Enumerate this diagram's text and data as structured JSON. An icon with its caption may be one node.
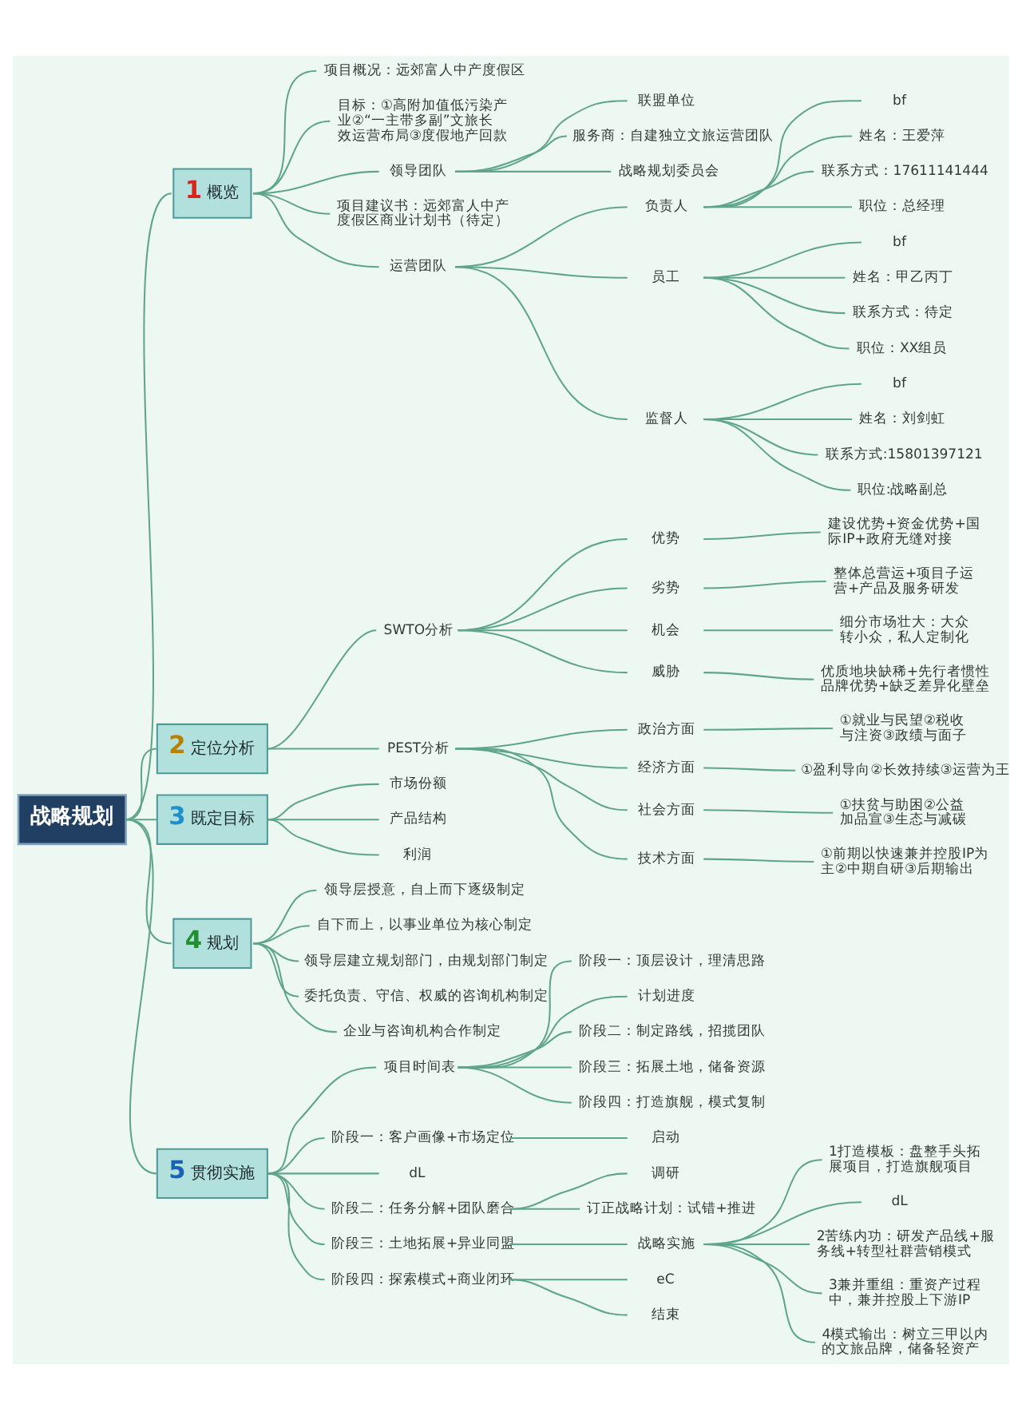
{
  "diagram": {
    "nodes": [
      {
        "text": [
          "战略规划"
        ]
      },
      {
        "text": [
          "1",
          "概览"
        ]
      },
      {
        "text": [
          "项目概况：远郊富人中产度假区"
        ]
      },
      {
        "text": [
          "目标：①高附加值低污染产业②“一主带多副”文旅长效运营布局③度假地产回款"
        ]
      },
      {
        "text": [
          "领导团队"
        ]
      },
      {
        "text": [
          "联盟单位"
        ]
      },
      {
        "text": [
          "服务商：自建独立文旅运营团队"
        ]
      },
      {
        "text": [
          "战略规划委员会"
        ]
      },
      {
        "text": [
          "项目建议书：远郊富人中产度假区商业计划书（待定）"
        ]
      },
      {
        "text": [
          "运营团队"
        ]
      },
      {
        "text": [
          "负责人"
        ]
      },
      {
        "text": [
          "bf"
        ]
      },
      {
        "text": [
          "姓名：王爱萍"
        ]
      },
      {
        "text": [
          "联系方式：17611141444"
        ]
      },
      {
        "text": [
          "职位：总经理"
        ]
      },
      {
        "text": [
          "员工"
        ]
      },
      {
        "text": [
          "bf"
        ]
      },
      {
        "text": [
          "姓名：甲乙丙丁"
        ]
      },
      {
        "text": [
          "联系方式：待定"
        ]
      },
      {
        "text": [
          "职位：XX组员"
        ]
      },
      {
        "text": [
          "监督人"
        ]
      },
      {
        "text": [
          "bf"
        ]
      },
      {
        "text": [
          "姓名：刘剑虹"
        ]
      },
      {
        "text": [
          "联系方式:15801397121"
        ]
      },
      {
        "text": [
          "职位:战略副总"
        ]
      },
      {
        "text": [
          "2",
          "定位分析"
        ]
      },
      {
        "text": [
          "SWTO分析"
        ]
      },
      {
        "text": [
          "优势"
        ]
      },
      {
        "text": [
          "建设优势+资金优势+国际IP+政府无缝对接"
        ]
      },
      {
        "text": [
          "劣势"
        ]
      },
      {
        "text": [
          "整体总营运+项目子运营+产品及服务研发"
        ]
      },
      {
        "text": [
          "机会"
        ]
      },
      {
        "text": [
          "细分市场壮大：大众转小众，私人定制化"
        ]
      },
      {
        "text": [
          "威胁"
        ]
      },
      {
        "text": [
          "优质地块缺稀+先行者惯性品牌优势+缺乏差异化壁垒"
        ]
      },
      {
        "text": [
          "PEST分析"
        ]
      },
      {
        "text": [
          "政治方面"
        ]
      },
      {
        "text": [
          "①就业与民望②税收与注资③政绩与面子"
        ]
      },
      {
        "text": [
          "经济方面"
        ]
      },
      {
        "text": [
          "①盈利导向②长效持续③运营为王"
        ]
      },
      {
        "text": [
          "社会方面"
        ]
      },
      {
        "text": [
          "①扶贫与助困②公益加品宣③生态与减碳"
        ]
      },
      {
        "text": [
          "技术方面"
        ]
      },
      {
        "text": [
          "①前期以快速兼并控股IP为主②中期自研③后期输出"
        ]
      },
      {
        "text": [
          "3",
          "既定目标"
        ]
      },
      {
        "text": [
          "市场份额"
        ]
      },
      {
        "text": [
          "产品结构"
        ]
      },
      {
        "text": [
          "利润"
        ]
      },
      {
        "text": [
          "4",
          "规划"
        ]
      },
      {
        "text": [
          "领导层授意，自上而下逐级制定"
        ]
      },
      {
        "text": [
          "自下而上，以事业单位为核心制定"
        ]
      },
      {
        "text": [
          "领导层建立规划部门，由规划部门制定"
        ]
      },
      {
        "text": [
          "委托负责、守信、权威的咨询机构制定"
        ]
      },
      {
        "text": [
          "企业与咨询机构合作制定"
        ]
      },
      {
        "text": [
          "5",
          "贯彻实施"
        ]
      },
      {
        "text": [
          "项目时间表"
        ]
      },
      {
        "text": [
          "阶段一：顶层设计，理清思路"
        ]
      },
      {
        "text": [
          "计划进度"
        ]
      },
      {
        "text": [
          "阶段二：制定路线，招揽团队"
        ]
      },
      {
        "text": [
          "阶段三：拓展土地，储备资源"
        ]
      },
      {
        "text": [
          "阶段四：打造旗舰，模式复制"
        ]
      },
      {
        "text": [
          "阶段一：客户画像+市场定位"
        ]
      },
      {
        "text": [
          "启动"
        ]
      },
      {
        "text": [
          "dL"
        ]
      },
      {
        "text": [
          "阶段二：任务分解+团队磨合"
        ]
      },
      {
        "text": [
          "调研"
        ]
      },
      {
        "text": [
          "订正战略计划：试错+推进"
        ]
      },
      {
        "text": [
          "阶段三：土地拓展+异业同盟"
        ]
      },
      {
        "text": [
          "战略实施"
        ]
      },
      {
        "text": [
          "1打造模板：盘整手头拓展项目，打造旗舰项目"
        ]
      },
      {
        "text": [
          "dL"
        ]
      },
      {
        "text": [
          "2苦练内功：研发产品线+服务线+转型社群营销模式"
        ]
      },
      {
        "text": [
          "3兼并重组：重资产过程中，兼并控股上下游IP"
        ]
      },
      {
        "text": [
          "4模式输出：树立三甲以内的文旅品牌，储备轻资产"
        ]
      },
      {
        "text": [
          "阶段四：探索模式+商业闭环"
        ]
      },
      {
        "text": [
          "eC"
        ]
      },
      {
        "text": [
          "结束"
        ]
      }
    ],
    "edges": [
      {
        "from": 0,
        "to": 1,
        "arrow": "none"
      },
      {
        "from": 1,
        "to": 2,
        "arrow": "none"
      },
      {
        "from": 1,
        "to": 3,
        "arrow": "none"
      },
      {
        "from": 1,
        "to": 4,
        "arrow": "none"
      },
      {
        "from": 4,
        "to": 5,
        "arrow": "none"
      },
      {
        "from": 4,
        "to": 6,
        "arrow": "none"
      },
      {
        "from": 4,
        "to": 7,
        "arrow": "none"
      },
      {
        "from": 1,
        "to": 8,
        "arrow": "none"
      },
      {
        "from": 1,
        "to": 9,
        "arrow": "none"
      },
      {
        "from": 9,
        "to": 10,
        "arrow": "none"
      },
      {
        "from": 10,
        "to": 11,
        "arrow": "none"
      },
      {
        "from": 10,
        "to": 12,
        "arrow": "none"
      },
      {
        "from": 10,
        "to": 13,
        "arrow": "none"
      },
      {
        "from": 10,
        "to": 14,
        "arrow": "none"
      },
      {
        "from": 9,
        "to": 15,
        "arrow": "none"
      },
      {
        "from": 15,
        "to": 16,
        "arrow": "none"
      },
      {
        "from": 15,
        "to": 17,
        "arrow": "none"
      },
      {
        "from": 15,
        "to": 18,
        "arrow": "none"
      },
      {
        "from": 15,
        "to": 19,
        "arrow": "none"
      },
      {
        "from": 9,
        "to": 20,
        "arrow": "none"
      },
      {
        "from": 20,
        "to": 21,
        "arrow": "none"
      },
      {
        "from": 20,
        "to": 22,
        "arrow": "none"
      },
      {
        "from": 20,
        "to": 23,
        "arrow": "none"
      },
      {
        "from": 20,
        "to": 24,
        "arrow": "none"
      },
      {
        "from": 0,
        "to": 25,
        "arrow": "none"
      },
      {
        "from": 25,
        "to": 26,
        "arrow": "none"
      },
      {
        "from": 26,
        "to": 27,
        "arrow": "none"
      },
      {
        "from": 27,
        "to": 28,
        "arrow": "none"
      },
      {
        "from": 26,
        "to": 29,
        "arrow": "none"
      },
      {
        "from": 29,
        "to": 30,
        "arrow": "none"
      },
      {
        "from": 26,
        "to": 31,
        "arrow": "none"
      },
      {
        "from": 31,
        "to": 32,
        "arrow": "none"
      },
      {
        "from": 26,
        "to": 33,
        "arrow": "none"
      },
      {
        "from": 33,
        "to": 34,
        "arrow": "none"
      },
      {
        "from": 25,
        "to": 35,
        "arrow": "none"
      },
      {
        "from": 35,
        "to": 36,
        "arrow": "none"
      },
      {
        "from": 36,
        "to": 37,
        "arrow": "none"
      },
      {
        "from": 35,
        "to": 38,
        "arrow": "none"
      },
      {
        "from": 38,
        "to": 39,
        "arrow": "none"
      },
      {
        "from": 35,
        "to": 40,
        "arrow": "none"
      },
      {
        "from": 40,
        "to": 41,
        "arrow": "none"
      },
      {
        "from": 35,
        "to": 42,
        "arrow": "none"
      },
      {
        "from": 42,
        "to": 43,
        "arrow": "none"
      },
      {
        "from": 0,
        "to": 44,
        "arrow": "none"
      },
      {
        "from": 44,
        "to": 45,
        "arrow": "none"
      },
      {
        "from": 44,
        "to": 46,
        "arrow": "none"
      },
      {
        "from": 44,
        "to": 47,
        "arrow": "none"
      },
      {
        "from": 0,
        "to": 48,
        "arrow": "none"
      },
      {
        "from": 48,
        "to": 49,
        "arrow": "none"
      },
      {
        "from": 48,
        "to": 50,
        "arrow": "none"
      },
      {
        "from": 48,
        "to": 51,
        "arrow": "none"
      },
      {
        "from": 48,
        "to": 52,
        "arrow": "none"
      },
      {
        "from": 48,
        "to": 53,
        "arrow": "none"
      },
      {
        "from": 0,
        "to": 54,
        "arrow": "none"
      },
      {
        "from": 54,
        "to": 55,
        "arrow": "none"
      },
      {
        "from": 55,
        "to": 56,
        "arrow": "none"
      },
      {
        "from": 55,
        "to": 57,
        "arrow": "none"
      },
      {
        "from": 55,
        "to": 58,
        "arrow": "none"
      },
      {
        "from": 55,
        "to": 59,
        "arrow": "none"
      },
      {
        "from": 55,
        "to": 60,
        "arrow": "none"
      },
      {
        "from": 54,
        "to": 61,
        "arrow": "none"
      },
      {
        "from": 61,
        "to": 62,
        "arrow": "none"
      },
      {
        "from": 54,
        "to": 63,
        "arrow": "none"
      },
      {
        "from": 54,
        "to": 64,
        "arrow": "none"
      },
      {
        "from": 64,
        "to": 65,
        "arrow": "none"
      },
      {
        "from": 64,
        "to": 66,
        "arrow": "none"
      },
      {
        "from": 54,
        "to": 67,
        "arrow": "none"
      },
      {
        "from": 67,
        "to": 68,
        "arrow": "none"
      },
      {
        "from": 68,
        "to": 69,
        "arrow": "none"
      },
      {
        "from": 68,
        "to": 70,
        "arrow": "none"
      },
      {
        "from": 68,
        "to": 71,
        "arrow": "none"
      },
      {
        "from": 68,
        "to": 72,
        "arrow": "none"
      },
      {
        "from": 68,
        "to": 73,
        "arrow": "none"
      },
      {
        "from": 54,
        "to": 74,
        "arrow": "none"
      },
      {
        "from": 74,
        "to": 75,
        "arrow": "none"
      },
      {
        "from": 74,
        "to": 76,
        "arrow": "none"
      }
    ]
  }
}
